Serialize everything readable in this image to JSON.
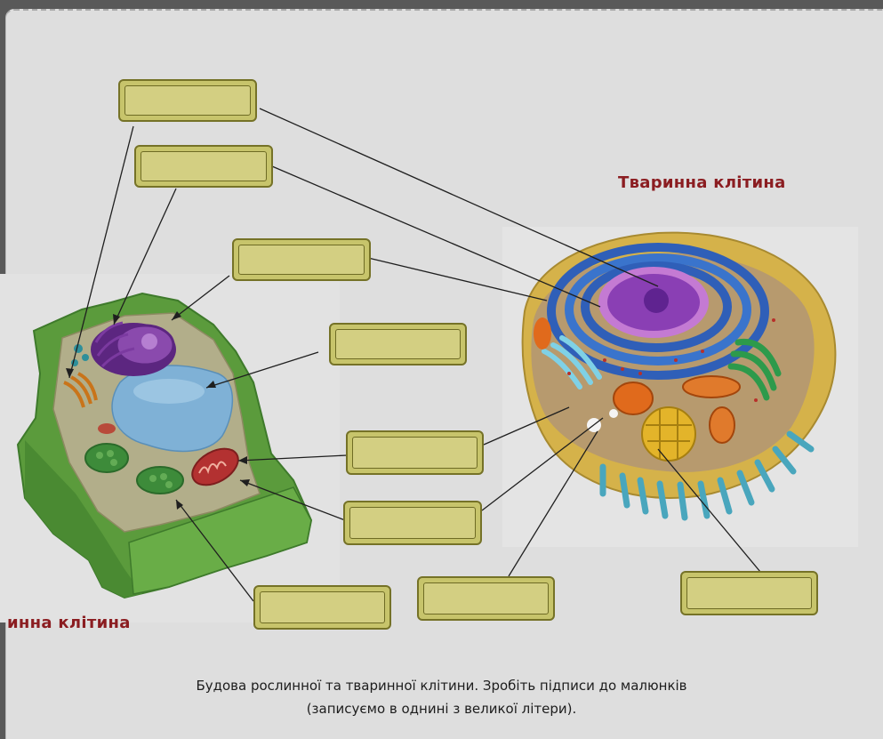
{
  "titles": {
    "animal": "Тваринна клітина",
    "plant": "инна клітина"
  },
  "caption": {
    "line1": "Будова рослинної та тваринної клітини.  Зробіть підписи до малюнків",
    "line2": "(записуємо в однині з великої літери)."
  },
  "label_boxes": [
    {
      "id": "box-1",
      "text": ""
    },
    {
      "id": "box-2",
      "text": ""
    },
    {
      "id": "box-3",
      "text": ""
    },
    {
      "id": "box-4",
      "text": ""
    },
    {
      "id": "box-5",
      "text": ""
    },
    {
      "id": "box-6",
      "text": ""
    },
    {
      "id": "box-7",
      "text": ""
    },
    {
      "id": "box-8",
      "text": ""
    },
    {
      "id": "box-9",
      "text": ""
    }
  ],
  "colors": {
    "background_dim": "#595959",
    "card": "#dedede",
    "title_red": "#8b1d21",
    "box_fill": "#c7c46b",
    "box_border": "#757227",
    "plant_wall": "#5a9a3b",
    "vacuole": "#7eafd3",
    "nucleus": "#6a2c87",
    "animal_er": "#2f5fb8"
  }
}
